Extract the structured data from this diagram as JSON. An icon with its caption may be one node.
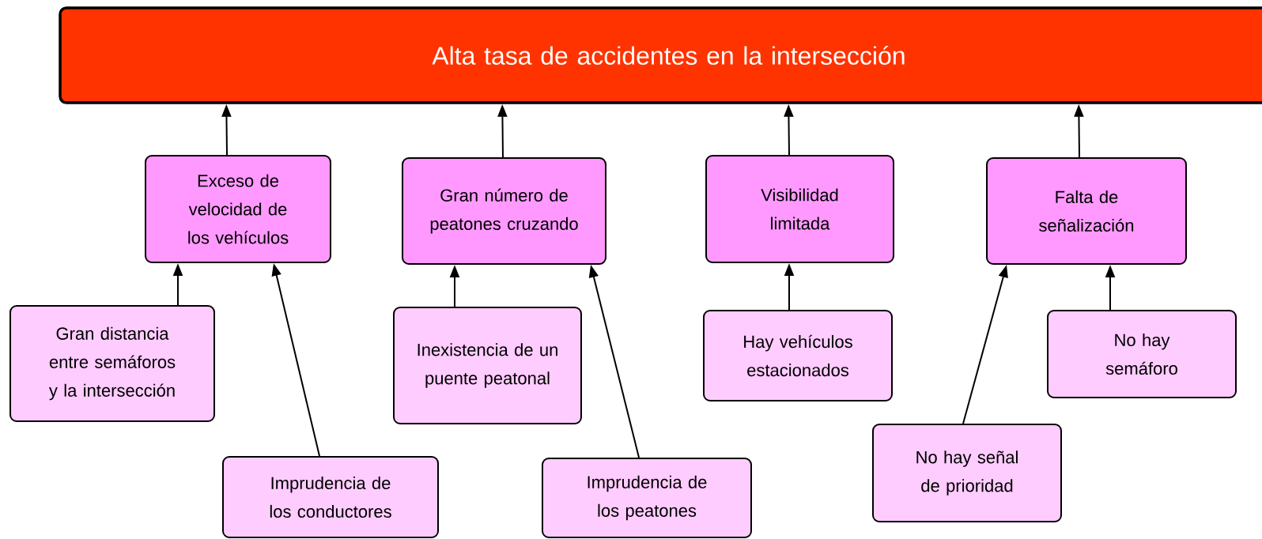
{
  "diagram": {
    "nodes": [
      {
        "text": [
          "Alta tasa de accidentes en la intersección"
        ]
      },
      {
        "text": [
          "Exceso de velocidad de los vehículos"
        ]
      },
      {
        "text": [
          "Gran número de peatones cruzando"
        ]
      },
      {
        "text": [
          "Visibilidad limitada"
        ]
      },
      {
        "text": [
          "Falta de señalización"
        ]
      },
      {
        "text": [
          "Gran distancia entre semáforos y la intersección"
        ]
      },
      {
        "text": [
          "Imprudencia de los conductores"
        ]
      },
      {
        "text": [
          "Inexistencia de un puente peatonal"
        ]
      },
      {
        "text": [
          "Imprudencia de los peatones"
        ]
      },
      {
        "text": [
          "Hay vehículos estacionados"
        ]
      },
      {
        "text": [
          "No hay señal de prioridad"
        ]
      },
      {
        "text": [
          "No hay semáforo"
        ]
      }
    ],
    "edges": [
      {
        "from": 1,
        "to": 0,
        "arrow": "to"
      },
      {
        "from": 2,
        "to": 0,
        "arrow": "to"
      },
      {
        "from": 3,
        "to": 0,
        "arrow": "to"
      },
      {
        "from": 4,
        "to": 0,
        "arrow": "to"
      },
      {
        "from": 5,
        "to": 1,
        "arrow": "to"
      },
      {
        "from": 6,
        "to": 1,
        "arrow": "to"
      },
      {
        "from": 7,
        "to": 2,
        "arrow": "to"
      },
      {
        "from": 8,
        "to": 2,
        "arrow": "to"
      },
      {
        "from": 9,
        "to": 3,
        "arrow": "to"
      },
      {
        "from": 10,
        "to": 4,
        "arrow": "to"
      },
      {
        "from": 11,
        "to": 4,
        "arrow": "to"
      }
    ]
  }
}
